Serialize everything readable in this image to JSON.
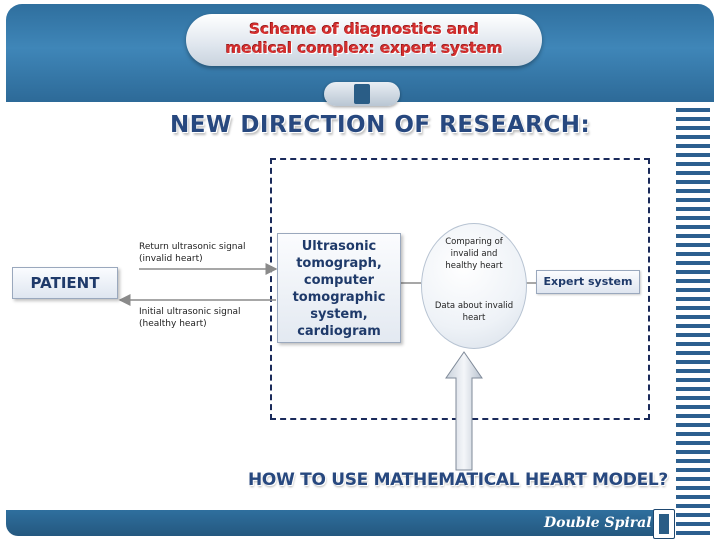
{
  "header": {
    "title_line_1": "Scheme of diagnostics and",
    "title_line_2": "medical complex: expert system"
  },
  "headings": {
    "research": "NEW DIRECTION OF RESEARCH:",
    "question": "HOW TO USE MATHEMATICAL HEART MODEL?"
  },
  "diagram": {
    "patient": "PATIENT",
    "return_signal": [
      "Return ultrasonic  signal",
      "(invalid heart)"
    ],
    "initial_signal": [
      "Initial ultrasonic  signal",
      "(healthy heart)"
    ],
    "device": [
      "Ultrasonic",
      "tomograph,",
      "computer",
      "tomographic",
      "system,",
      "cardiogram"
    ],
    "comparing": [
      "Comparing of",
      "invalid and",
      "healthy  heart"
    ],
    "data_about": [
      "Data about invalid",
      "heart"
    ],
    "expert_system": "Expert system"
  },
  "footer": {
    "brand": "Double Spiral"
  },
  "colors": {
    "header_blue": "#2f6f9e",
    "title_red": "#d32f2f",
    "heading_navy": "#27487f"
  }
}
